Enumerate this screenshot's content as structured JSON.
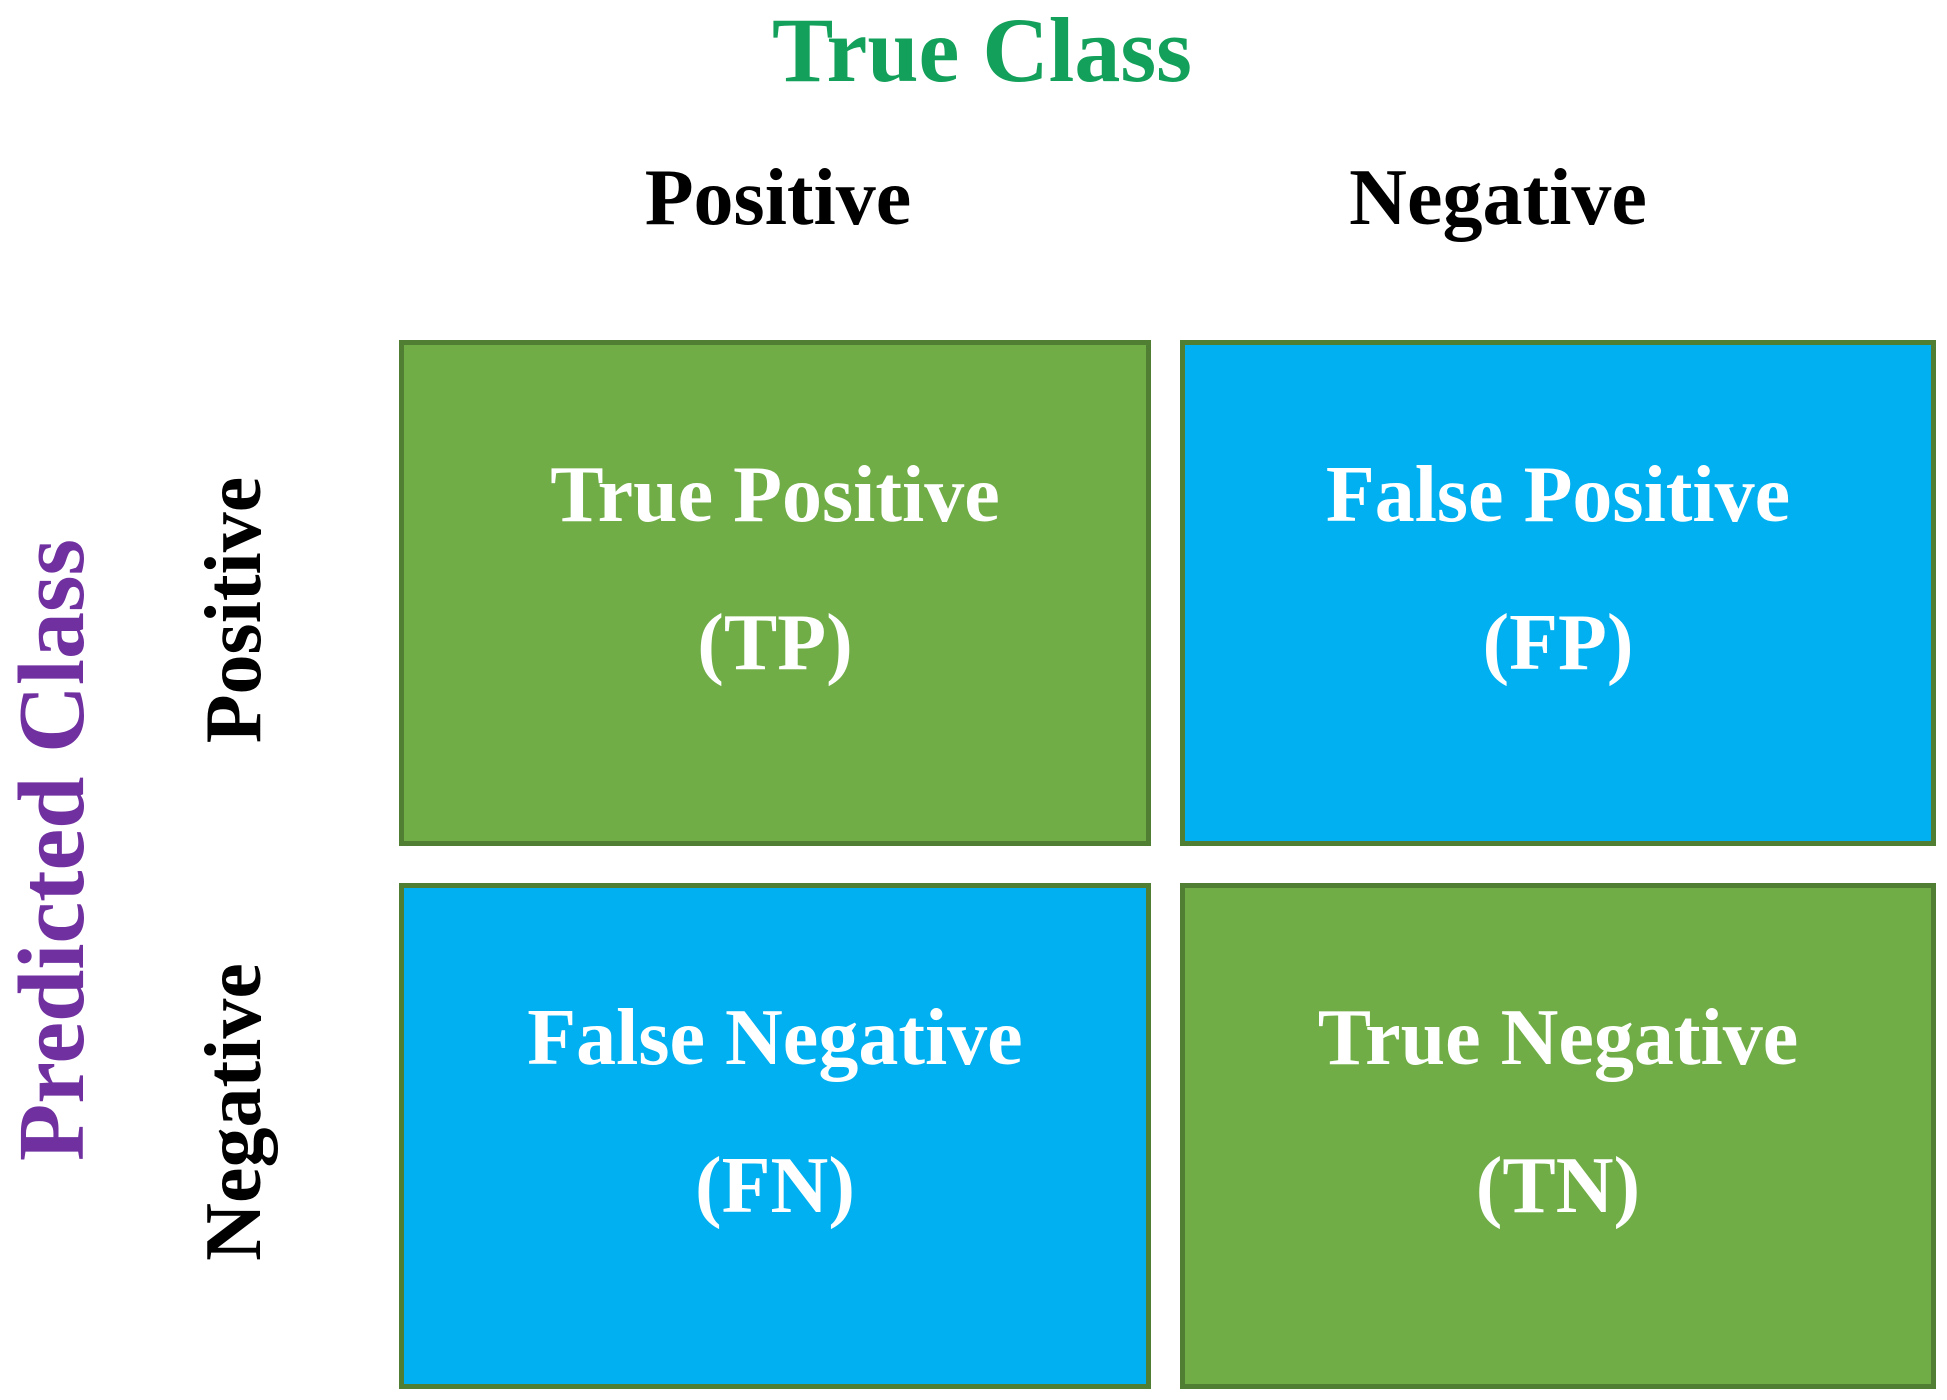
{
  "true_class": {
    "title": "True Class",
    "color": "#12a05a",
    "columns": [
      "Positive",
      "Negative"
    ]
  },
  "predicted_class": {
    "title": "Predicted Class",
    "color": "#7030a0",
    "rows": [
      "Positive",
      "Negative"
    ]
  },
  "colors": {
    "true_cell": "#70ad47",
    "false_cell": "#00b0f0",
    "cell_border": "#507e32"
  },
  "cells": {
    "tp": {
      "label": "True Positive",
      "abbr": "(TP)"
    },
    "fp": {
      "label": "False Positive",
      "abbr": "(FP)"
    },
    "fn": {
      "label": "False Negative",
      "abbr": "(FN)"
    },
    "tn": {
      "label": "True Negative",
      "abbr": "(TN)"
    }
  }
}
